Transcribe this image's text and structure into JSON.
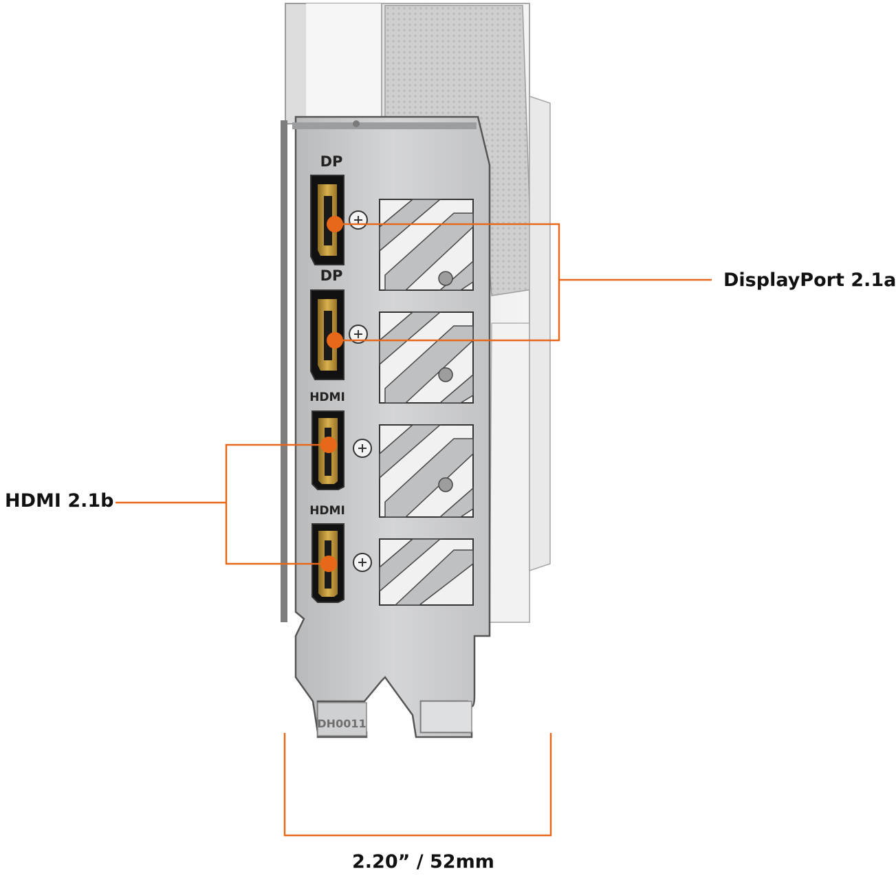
{
  "callouts": {
    "displayport": "DisplayPort 2.1a",
    "hdmi": "HDMI 2.1b",
    "width": "2.20” / 52mm"
  },
  "ports": [
    {
      "type": "DisplayPort",
      "label": "DP"
    },
    {
      "type": "DisplayPort",
      "label": "DP"
    },
    {
      "type": "HDMI",
      "label": "HDMI"
    },
    {
      "type": "HDMI",
      "label": "HDMI"
    }
  ],
  "bracket_stamp": "DH0011",
  "colors": {
    "accent": "#e8681a",
    "bracket": "#c8c9cb",
    "port_gold": "#c79a3a",
    "label_text": "#111111"
  }
}
